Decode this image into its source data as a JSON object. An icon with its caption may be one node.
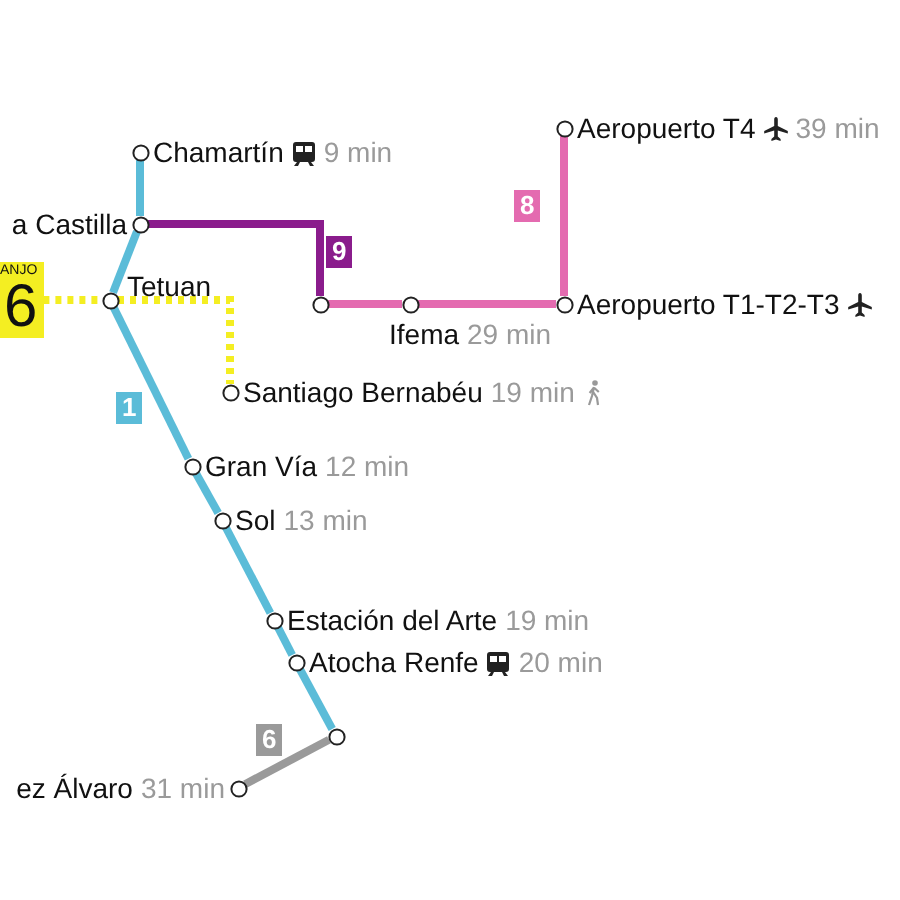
{
  "diagram": {
    "nodes": [
      {
        "text": [
          "Chamartín",
          "9 min"
        ]
      },
      {
        "text": [
          "a Castilla"
        ]
      },
      {
        "text": [
          "Tetuan"
        ]
      },
      {
        "text": [
          "Santiago Bernabéu",
          "19 min"
        ]
      },
      {
        "text": [],
        "shape": "circle"
      },
      {
        "text": [
          "Ifema",
          "29 min"
        ]
      },
      {
        "text": [
          "Aeropuerto T1-T2-T3"
        ]
      },
      {
        "text": [
          "Aeropuerto T4",
          "39 min"
        ]
      },
      {
        "text": [
          "Gran Vía",
          "12 min"
        ]
      },
      {
        "text": [
          "Sol",
          "13 min"
        ]
      },
      {
        "text": [
          "Estación del Arte",
          "19 min"
        ]
      },
      {
        "text": [
          "Atocha Renfe",
          "20 min"
        ]
      },
      {
        "text": [],
        "shape": "circle"
      },
      {
        "text": [
          "ez Álvaro",
          "31 min"
        ]
      },
      {
        "text": [
          "ANJO",
          "6"
        ]
      }
    ],
    "edges": [
      {
        "from": 0,
        "to": 1,
        "arrow": "none",
        "color": "#5bbcd8"
      },
      {
        "from": 1,
        "to": 2,
        "arrow": "none",
        "color": "#5bbcd8"
      },
      {
        "from": 2,
        "to": 8,
        "arrow": "none",
        "color": "#5bbcd8"
      },
      {
        "from": 8,
        "to": 9,
        "arrow": "none",
        "color": "#5bbcd8"
      },
      {
        "from": 9,
        "to": 10,
        "arrow": "none",
        "color": "#5bbcd8"
      },
      {
        "from": 10,
        "to": 11,
        "arrow": "none",
        "color": "#5bbcd8"
      },
      {
        "from": 11,
        "to": 12,
        "arrow": "none",
        "color": "#5bbcd8"
      },
      {
        "from": 1,
        "to": 4,
        "arrow": "none",
        "color": "#8a1c8c"
      },
      {
        "from": 4,
        "to": 5,
        "arrow": "none",
        "color": "#e46bb0"
      },
      {
        "from": 5,
        "to": 6,
        "arrow": "none",
        "color": "#e46bb0"
      },
      {
        "from": 6,
        "to": 7,
        "arrow": "none",
        "color": "#e46bb0"
      },
      {
        "from": 12,
        "to": 13,
        "arrow": "none",
        "color": "#9a9a9a"
      },
      {
        "from": 14,
        "to": 2,
        "arrow": "none",
        "style": "dashed",
        "color": "#f4ee22"
      },
      {
        "from": 2,
        "to": 3,
        "arrow": "none",
        "style": "dashed",
        "color": "#f4ee22"
      }
    ],
    "labels": [
      "1",
      "9",
      "8",
      "6"
    ]
  }
}
